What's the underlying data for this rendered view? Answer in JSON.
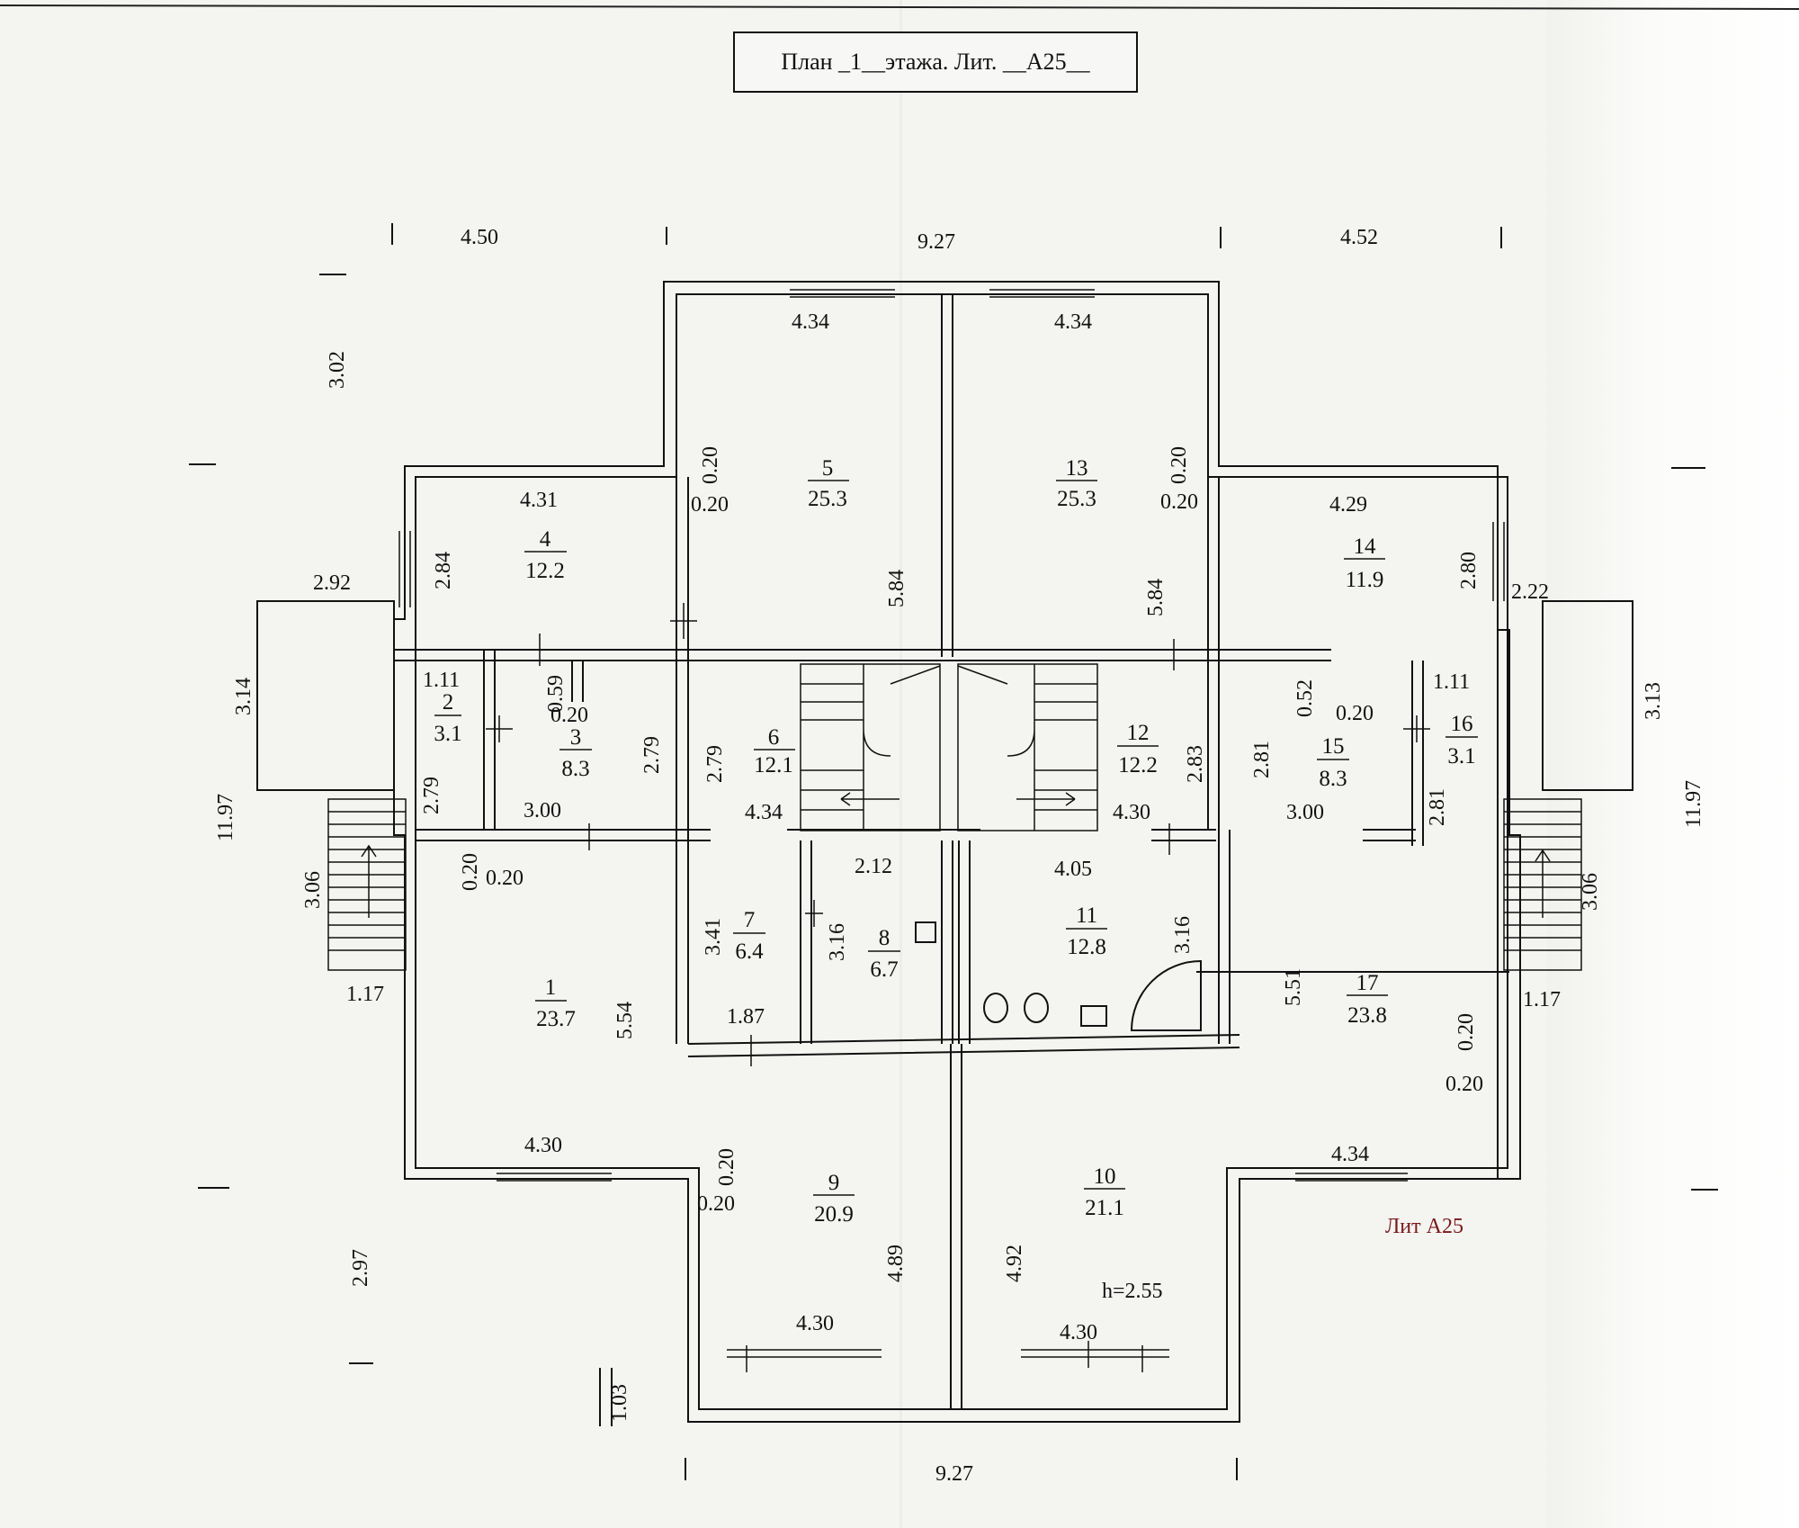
{
  "title": "План _1__этажа. Лит. __А25__",
  "literal_label": "Лит А25",
  "height_note": "h=2.55",
  "rooms": [
    {
      "number": "1",
      "area": "23.7"
    },
    {
      "number": "2",
      "area": "3.1"
    },
    {
      "number": "3",
      "area": "8.3"
    },
    {
      "number": "4",
      "area": "12.2"
    },
    {
      "number": "5",
      "area": "25.3"
    },
    {
      "number": "6",
      "area": "12.1"
    },
    {
      "number": "7",
      "area": "6.4"
    },
    {
      "number": "8",
      "area": "6.7"
    },
    {
      "number": "9",
      "area": "20.9"
    },
    {
      "number": "10",
      "area": "21.1"
    },
    {
      "number": "11",
      "area": "12.8"
    },
    {
      "number": "12",
      "area": "12.2"
    },
    {
      "number": "13",
      "area": "25.3"
    },
    {
      "number": "14",
      "area": "11.9"
    },
    {
      "number": "15",
      "area": "8.3"
    },
    {
      "number": "16",
      "area": "3.1"
    },
    {
      "number": "17",
      "area": "23.8"
    }
  ],
  "dimensions": [
    "4.50",
    "9.27",
    "4.52",
    "4.34",
    "4.34",
    "3.02",
    "0.20",
    "0.20",
    "0.20",
    "0.20",
    "4.31",
    "4.29",
    "2.84",
    "2.80",
    "2.92",
    "2.22",
    "5.84",
    "5.84",
    "3.14",
    "3.13",
    "1.11",
    "0.59",
    "0.20",
    "0.52",
    "0.20",
    "1.11",
    "2.79",
    "2.79",
    "2.83",
    "2.81",
    "11.97",
    "11.97",
    "2.79",
    "3.00",
    "4.34",
    "4.30",
    "3.00",
    "2.81",
    "0.20",
    "0.20",
    "2.12",
    "4.05",
    "3.06",
    "3.06",
    "3.41",
    "3.16",
    "3.16",
    "5.51",
    "1.17",
    "1.17",
    "5.54",
    "1.87",
    "0.20",
    "0.20",
    "4.30",
    "4.34",
    "0.20",
    "0.20",
    "2.97",
    "4.89",
    "4.92",
    "4.30",
    "4.30",
    "1.03",
    "9.27"
  ],
  "icons": [
    "sink-icon",
    "toilet-icon",
    "bidet-icon",
    "sink-icon",
    "door-swing-icon",
    "stair-arrow-icon"
  ]
}
